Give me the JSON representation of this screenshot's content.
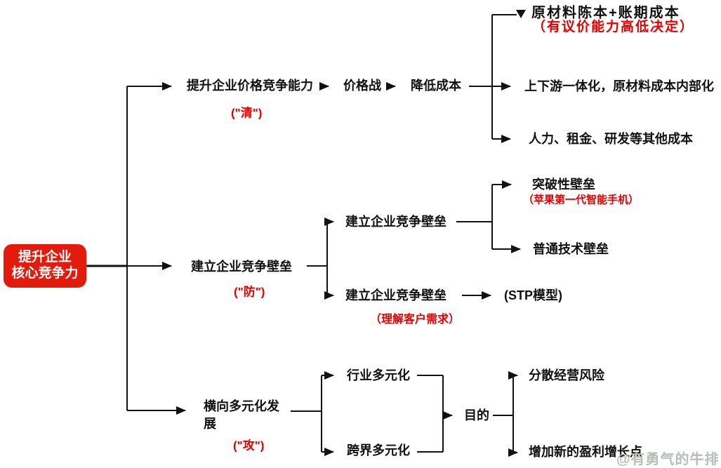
{
  "colors": {
    "root_box": "#e41b0c",
    "annotation": "#e60000",
    "line": "#111111",
    "watermark": "#b5bfb6"
  },
  "root": {
    "lines": [
      "提升企业",
      "核心竞争力"
    ]
  },
  "branches": [
    {
      "label": "提升企业价格竞争能力",
      "annotation": "(\"清\")",
      "chain": [
        "价格战",
        "降低成本"
      ],
      "children": [
        {
          "label": "原材料陈本+账期成本",
          "annotation": "（有议价能力高低决定）"
        },
        {
          "label": "上下游一体化，原材料成本内部化"
        },
        {
          "label": "人力、租金、研发等其他成本"
        }
      ]
    },
    {
      "label": "建立企业竞争壁垒",
      "annotation": "(\"防\")",
      "children": [
        {
          "label": "建立企业竞争壁垒",
          "children": [
            {
              "label": "突破性壁垒",
              "annotation": "（苹果第一代智能手机）"
            },
            {
              "label": "普通技术壁垒"
            }
          ]
        },
        {
          "label": "建立企业竞争壁垒",
          "annotation": "（理解客户需求）",
          "children": [
            {
              "label": "(STP模型)"
            }
          ]
        }
      ]
    },
    {
      "label": "横向多元化发展",
      "annotation": "(\"攻\")",
      "children": [
        {
          "label": "行业多元化"
        },
        {
          "label": "跨界多元化"
        }
      ],
      "merge": {
        "label": "目的",
        "children": [
          {
            "label": "分散经营风险"
          },
          {
            "label": "增加新的盈利增长点"
          }
        ]
      }
    }
  ],
  "watermark": "@有勇气的牛排"
}
